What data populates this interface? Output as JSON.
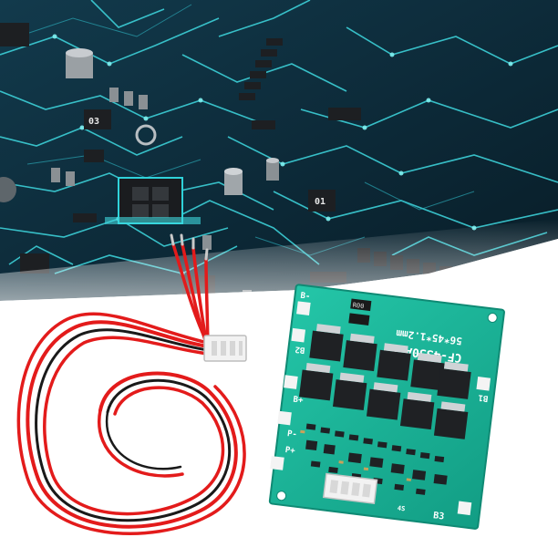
{
  "background": {
    "chip_labels": [
      "03",
      "01"
    ],
    "colors": {
      "pcb_dark": "#0e2f40",
      "trace": "#3fd9e0",
      "chip": "#1d1f22"
    }
  },
  "board": {
    "model_text": "CF-4S30A-A",
    "size_text": "56*45*1.2mm",
    "resistor_code": "R00",
    "pads": [
      "B-",
      "B1",
      "B2",
      "B3",
      "B+",
      "P-",
      "P+"
    ],
    "connector_text": "4S",
    "colors": {
      "solder_mask": "#18b69a",
      "silkscreen": "#ffffff"
    }
  },
  "cable": {
    "colors": {
      "red": "#e31b1b",
      "black": "#1a1a1a",
      "connector": "#f2f2f2"
    }
  }
}
